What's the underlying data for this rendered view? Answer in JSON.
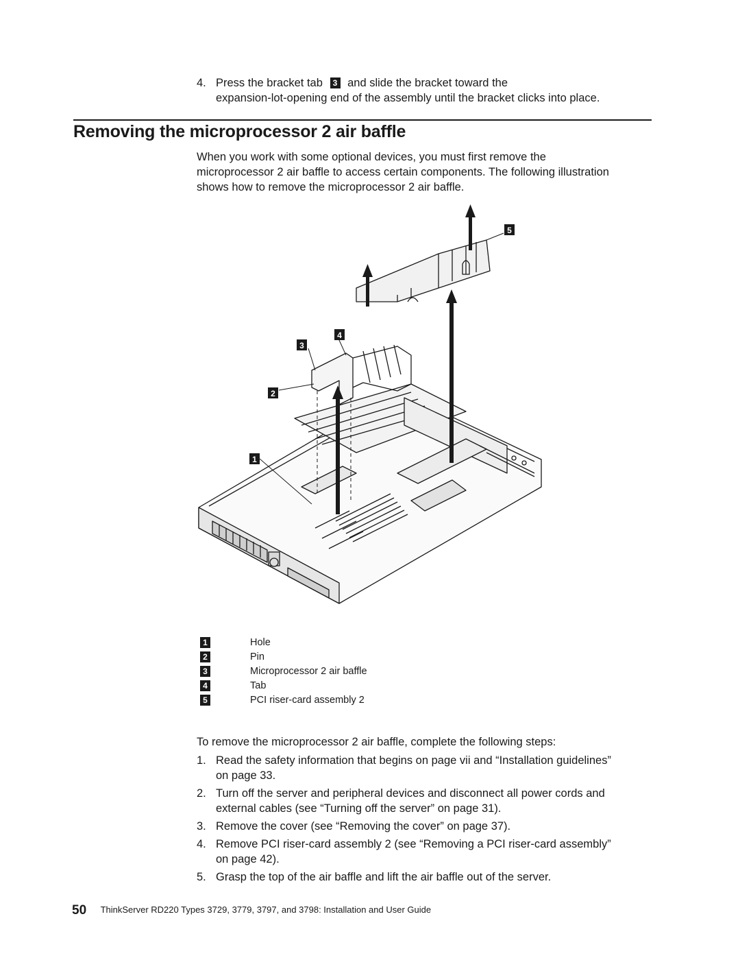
{
  "intro_step": {
    "number": "4.",
    "text_before": "Press the bracket tab",
    "callout": "3",
    "text_after": "and slide the bracket toward the",
    "line2": "expansion-lot-opening end of the assembly until the bracket clicks into place."
  },
  "section": {
    "title": "Removing the microprocessor 2 air baffle",
    "intro_lines": [
      "When you work with some optional devices, you must first remove the",
      "microprocessor 2 air baffle to access certain components. The following illustration",
      "shows how to remove the microprocessor 2 air baffle."
    ]
  },
  "figure": {
    "callouts": [
      "1",
      "2",
      "3",
      "4",
      "5"
    ]
  },
  "legend": [
    {
      "callout": "1",
      "label": "Hole"
    },
    {
      "callout": "2",
      "label": "Pin"
    },
    {
      "callout": "3",
      "label": "Microprocessor 2 air baffle"
    },
    {
      "callout": "4",
      "label": "Tab"
    },
    {
      "callout": "5",
      "label": "PCI riser-card assembly 2"
    }
  ],
  "procedure": {
    "intro": "To remove the microprocessor 2 air baffle, complete the following steps:",
    "steps": [
      {
        "number": "1.",
        "lines": [
          "Read the safety information that begins on page vii and “Installation guidelines”",
          "on page 33."
        ]
      },
      {
        "number": "2.",
        "lines": [
          "Turn off the server and peripheral devices and disconnect all power cords and",
          "external cables (see “Turning off the server” on page 31)."
        ]
      },
      {
        "number": "3.",
        "lines": [
          "Remove the cover (see “Removing the cover” on page 37)."
        ]
      },
      {
        "number": "4.",
        "lines": [
          "Remove PCI riser-card assembly 2 (see “Removing a PCI riser-card assembly”",
          "on page 42)."
        ]
      },
      {
        "number": "5.",
        "lines": [
          "Grasp the top of the air baffle and lift the air baffle out of the server."
        ]
      }
    ]
  },
  "footer": {
    "page_number": "50",
    "title": "ThinkServer RD220 Types 3729, 3779, 3797, and 3798: Installation and User Guide"
  }
}
